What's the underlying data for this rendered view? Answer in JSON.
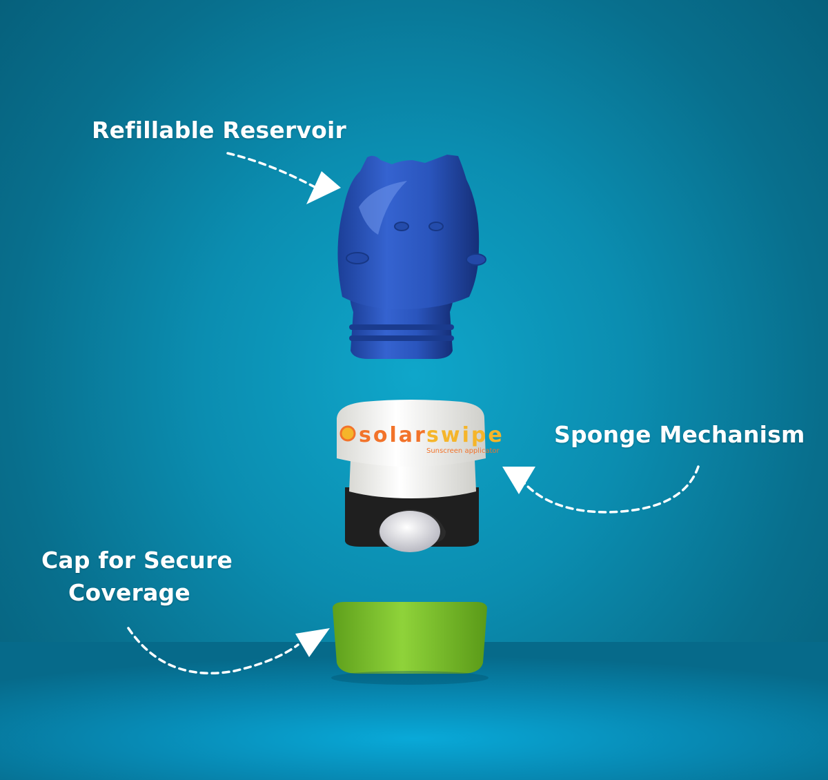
{
  "labels": {
    "reservoir": "Refillable Reservoir",
    "sponge": "Sponge Mechanism",
    "cap_line1": "Cap for Secure",
    "cap_line2": "Coverage"
  },
  "brand": {
    "word1": "solar",
    "word2": "swipe",
    "tagline": "Sunscreen applicator"
  },
  "colors": {
    "background": "#0a8fb2",
    "reservoir": "#2a52b8",
    "applicator": "#f4f4f0",
    "sponge": "#1f1f1f",
    "cap": "#7cc22c",
    "brand_orange": "#f2732a",
    "brand_yellow": "#f5b52a"
  }
}
